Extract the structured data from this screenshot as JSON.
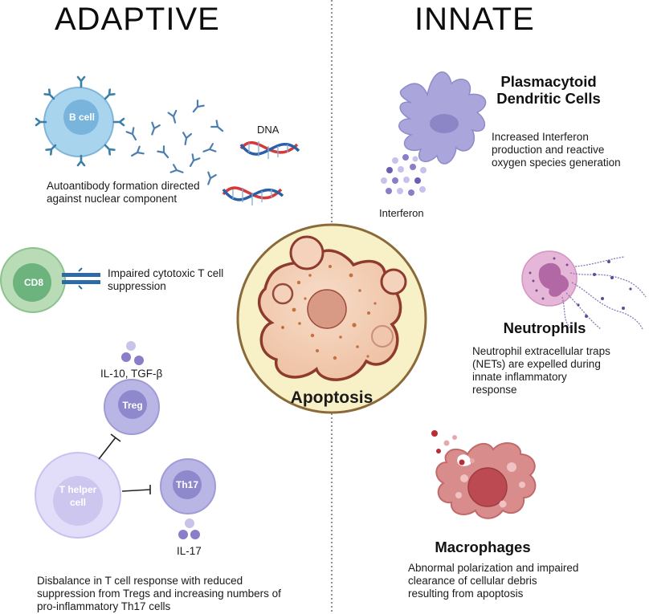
{
  "headers": {
    "adaptive": "ADAPTIVE",
    "innate": "INNATE"
  },
  "adaptive": {
    "b_cell": {
      "label": "B cell",
      "dna_label": "DNA",
      "caption": "Autoantibody formation directed against nuclear component"
    },
    "cd8": {
      "label": "CD8",
      "caption": "Impaired cytotoxic T cell suppression"
    },
    "treg": {
      "label": "Treg",
      "cytokines": "IL-10, TGF-β"
    },
    "th17": {
      "label": "Th17",
      "cytokines": "IL-17"
    },
    "t_helper": {
      "label": "T helper cell"
    },
    "caption": "Disbalance in T cell response with reduced suppression from Tregs and increasing numbers of pro-inflammatory Th17 cells"
  },
  "center": {
    "label": "Apoptosis"
  },
  "innate": {
    "pdc": {
      "title": "Plasmacytoid Dendritic Cells",
      "caption": "Increased Interferon production and reactive oxygen species generation",
      "interferon_label": "Interferon"
    },
    "neutrophils": {
      "title": "Neutrophils",
      "caption": "Neutrophil extracellular traps (NETs) are expelled during innate inflammatory response"
    },
    "macrophages": {
      "title": "Macrophages",
      "caption": "Abnormal polarization and impaired clearance of cellular debris resulting from apoptosis"
    }
  },
  "colors": {
    "b_cell": "#a8d4ee",
    "cd8": "#7fbf8c",
    "treg": "#a7a6dc",
    "t_helper": "#cfcbee",
    "apoptosis_ring": "#f8f1c8",
    "apoptotic_cell": "#f3c9ad",
    "pdc": "#aaa6dc",
    "neutrophil": "#e6a9d1",
    "macrophage": "#d7787a",
    "dna_red": "#d43a3a",
    "dna_blue": "#2b5fa8"
  }
}
